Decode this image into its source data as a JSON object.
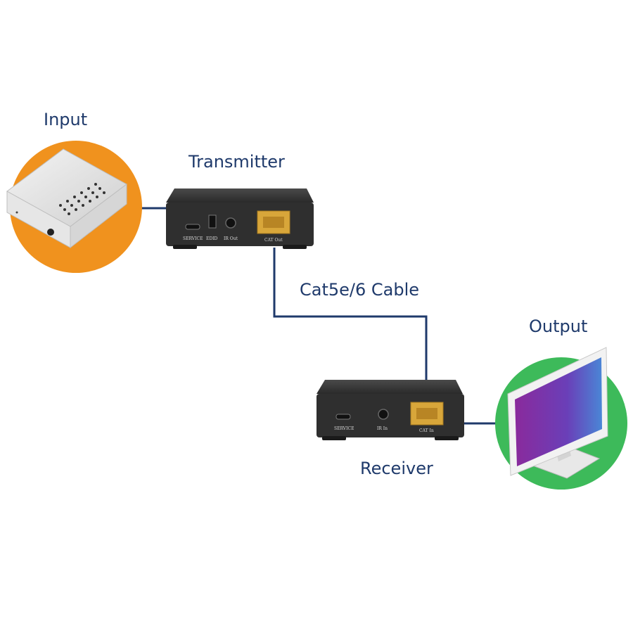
{
  "labels": {
    "input": "Input",
    "transmitter": "Transmitter",
    "cable": "Cat5e/6 Cable",
    "output": "Output",
    "receiver": "Receiver"
  },
  "transmitter_ports": {
    "service": "SERVICE",
    "edid": "EDID",
    "ir": "IR Out",
    "cat": "CAT Out"
  },
  "receiver_ports": {
    "service": "SERVICE",
    "ir": "IR In",
    "cat": "CAT In"
  },
  "colors": {
    "line": "#1f3a6b",
    "input_circle": "#f0921e",
    "output_circle": "#3dba5a",
    "device_body": "#2f2f2f",
    "rj45": "#d8a63a"
  }
}
